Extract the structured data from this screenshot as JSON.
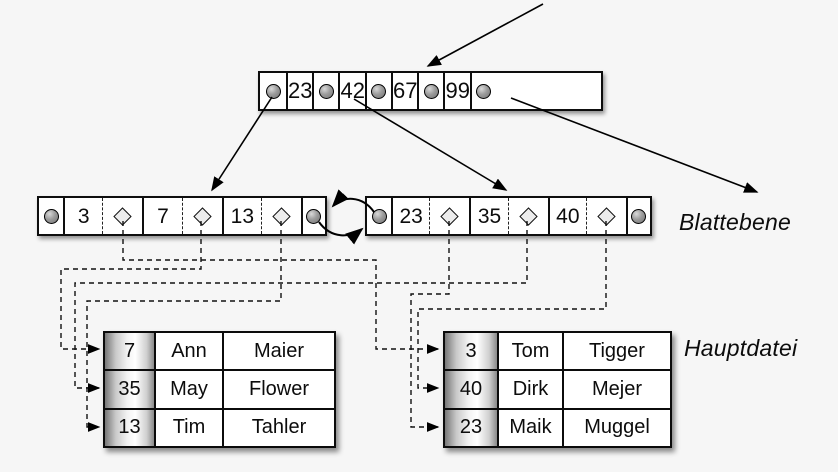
{
  "diagram": "B+-tree index with leaf level and main file",
  "colors": {
    "background": "#f6f6f6",
    "stroke": "#000000",
    "node_fill": "#ffffff"
  },
  "labels": {
    "leaf_level": "Blattebene",
    "main_file": "Hauptdatei"
  },
  "root_node": {
    "keys": [
      "23",
      "42",
      "67",
      "99"
    ]
  },
  "leaf_nodes": [
    {
      "keys": [
        "3",
        "7",
        "13"
      ]
    },
    {
      "keys": [
        "23",
        "35",
        "40"
      ]
    }
  ],
  "tables": [
    {
      "rows": [
        [
          "7",
          "Ann",
          "Maier"
        ],
        [
          "35",
          "May",
          "Flower"
        ],
        [
          "13",
          "Tim",
          "Tahler"
        ]
      ]
    },
    {
      "rows": [
        [
          "3",
          "Tom",
          "Tigger"
        ],
        [
          "40",
          "Dirk",
          "Mejer"
        ],
        [
          "23",
          "Maik",
          "Muggel"
        ]
      ]
    }
  ]
}
